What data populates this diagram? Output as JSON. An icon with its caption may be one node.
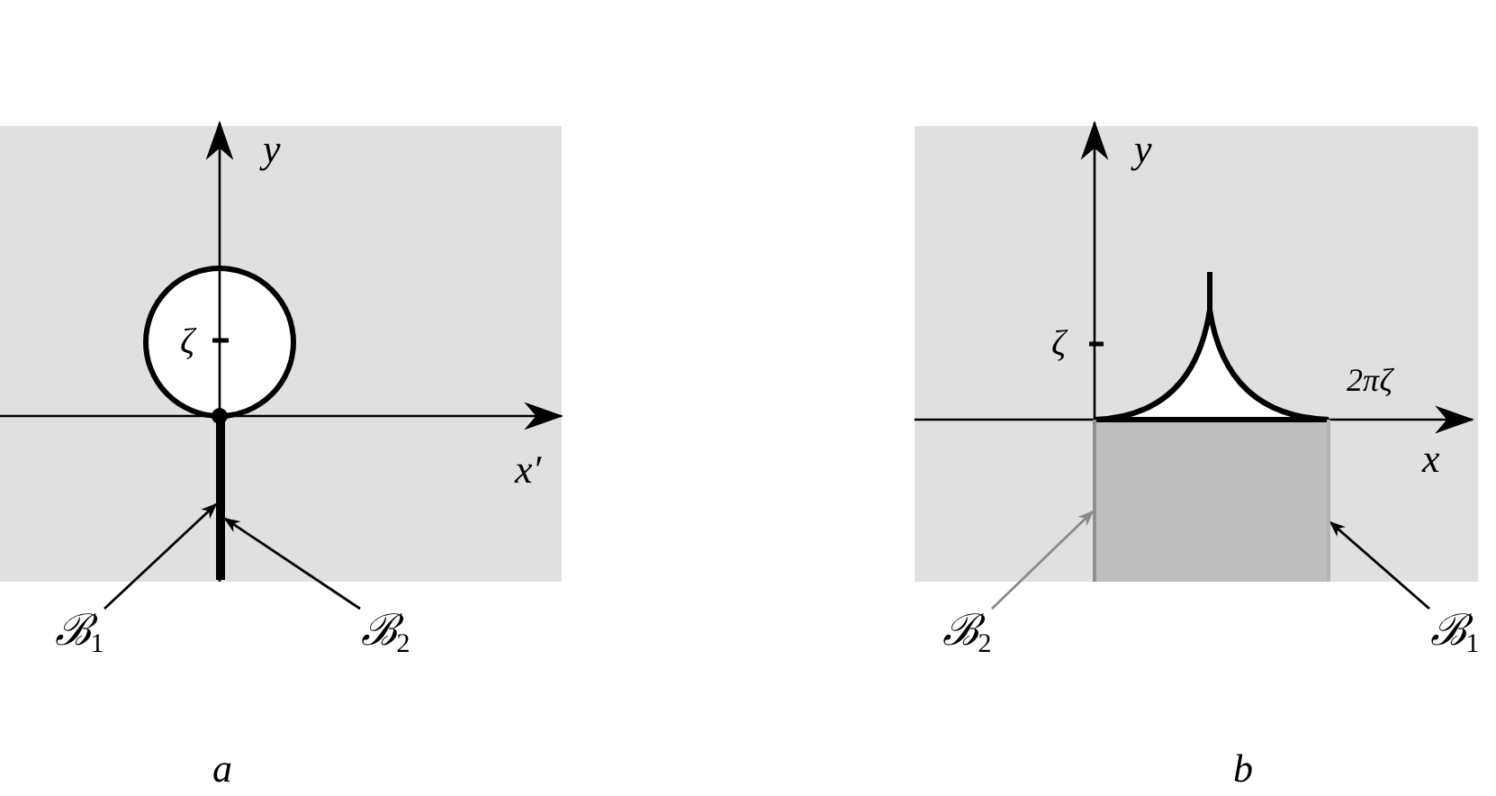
{
  "diagram": {
    "nodes": [
      {
        "text": [
          "ℬ$_{1}$"
        ]
      },
      {
        "text": [
          "ℬ$_{2}$"
        ]
      },
      {
        "text": [],
        "shape": "bar"
      },
      {
        "text": [
          "ℬ$_{2}$"
        ]
      },
      {
        "text": [],
        "shape": "bar"
      },
      {
        "text": [
          "ℬ$_{1}$"
        ]
      },
      {
        "text": [],
        "shape": "bar"
      }
    ],
    "edges": [
      {
        "from": 0,
        "to": 2,
        "arrow": "to"
      },
      {
        "from": 1,
        "to": 2,
        "arrow": "to"
      },
      {
        "from": 3,
        "to": 4,
        "arrow": "to",
        "color": "#8a8a8a"
      },
      {
        "from": 5,
        "to": 6,
        "arrow": "to"
      }
    ],
    "labels": [
      "y",
      "ζ",
      "x′",
      "a",
      "y",
      "ζ",
      "2πζ",
      "x",
      "b"
    ]
  }
}
